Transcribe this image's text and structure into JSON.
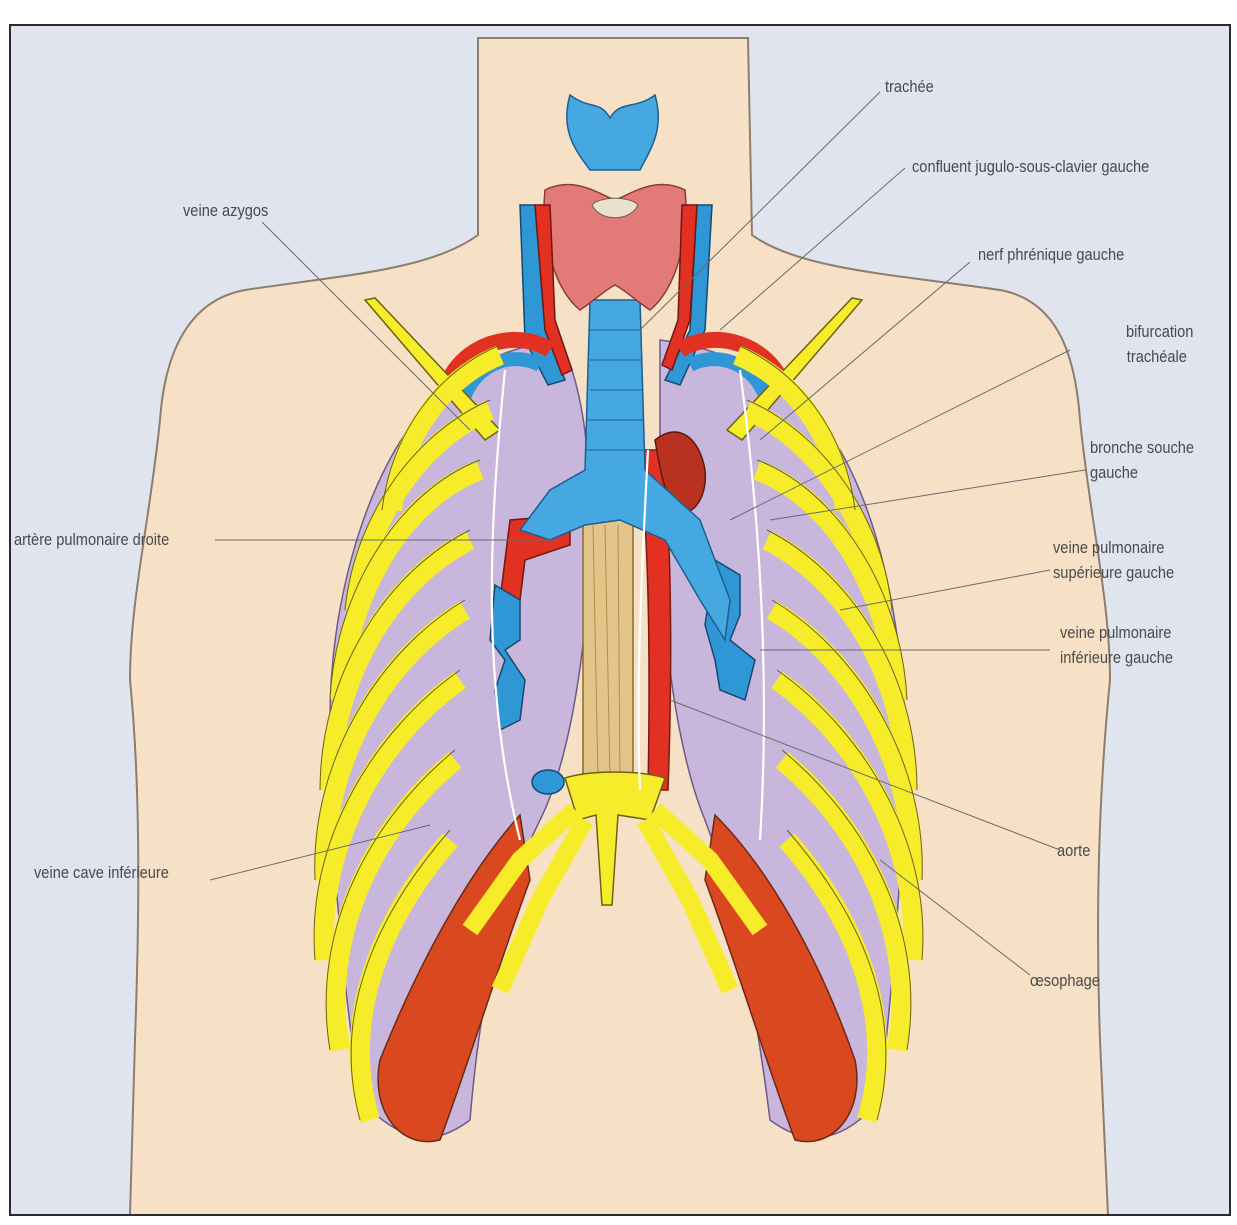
{
  "colors": {
    "background": "#dfe4ee",
    "skin": "#f7e1c6",
    "lung": "#c8b6dc",
    "rib": "#f6ec2a",
    "artery": "#e23122",
    "vein": "#2f97d6",
    "trachea": "#45a8e0",
    "thyroid": "#e27a78",
    "oesophagus": "#e3c58a",
    "diaphragm": "#d9481f",
    "leader": "#6a6a6a",
    "label_text": "#4a4a4a"
  },
  "labels": {
    "left": {
      "azygos": "veine azygos",
      "pulm_artery_right": "artère pulmonaire droite",
      "vena_cava": "veine cave inférieure"
    },
    "right": {
      "trachea": "trachée",
      "confluent": "confluent jugulo-sous-clavier gauche",
      "phrenic": "nerf phrénique gauche",
      "bifurcation_1": "bifurcation",
      "bifurcation_2": "trachéale",
      "bronche_1": "bronche souche",
      "bronche_2": "gauche",
      "vp_sup_1": "veine pulmonaire",
      "vp_sup_2": "supérieure gauche",
      "vp_inf_1": "veine pulmonaire",
      "vp_inf_2": "inférieure gauche",
      "aorta": "aorte",
      "oesophagus": "œsophage"
    }
  }
}
